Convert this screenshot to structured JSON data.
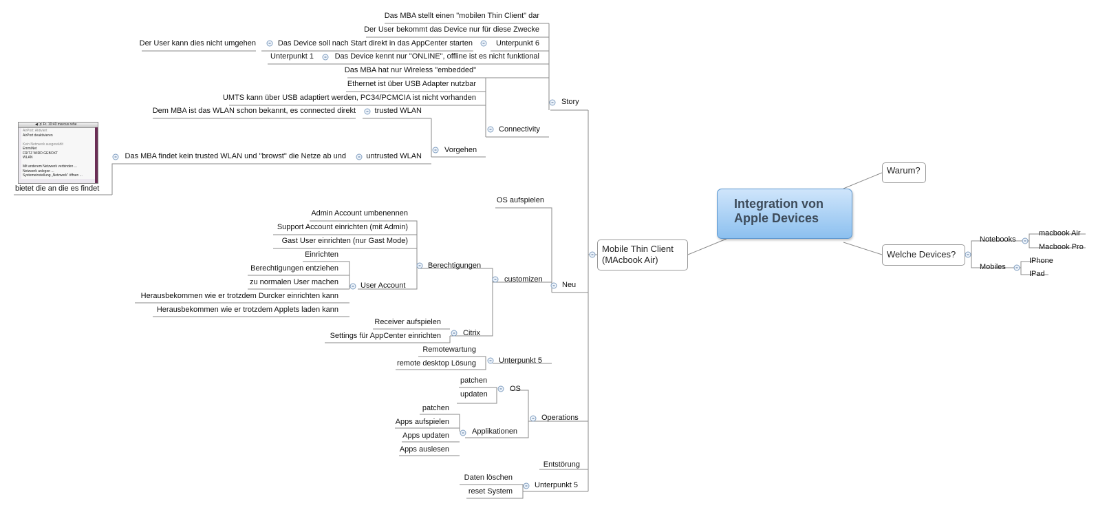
{
  "central": {
    "line1": "Integration von",
    "line2": "Apple Devices"
  },
  "right_branches": {
    "warum": "Warum?",
    "welche": "Welche Devices?",
    "notebooks": "Notebooks",
    "macbook_air": "macbook Air",
    "macbook_pro": "Macbook Pro",
    "mobiles": "Mobiles",
    "iphone": "IPhone",
    "ipad": "IPad"
  },
  "left_main": {
    "line1": "Mobile Thin Client",
    "line2": "(MAcbook Air)"
  },
  "story": {
    "label": "Story",
    "items": [
      "Das MBA stellt einen \"mobilen Thin Client\" dar",
      "Der User bekommt das Device nur für diese Zwecke"
    ],
    "unterpunkt6": "Unterpunkt 6",
    "appcenter": "Das Device soll nach Start direkt in das AppCenter starten",
    "umgehen": "Der User kann dies nicht umgehen",
    "online": "Das Device kennt nur \"ONLINE\", offline ist es nicht funktional",
    "unterpunkt1": "Unterpunkt 1",
    "connectivity": {
      "label": "Connectivity",
      "items": [
        "Das MBA hat nur Wireless \"embedded\"",
        "Ethernet ist über USB Adapter nutzbar",
        "UMTS kann über USB adaptiert werden, PC34/PCMCIA ist nicht vorhanden"
      ],
      "vorgehen": "Vorgehen",
      "trusted": "trusted WLAN",
      "trusted_desc": "Dem MBA ist das WLAN schon bekannt, es connected direkt",
      "untrusted": "untrusted WLAN",
      "untrusted_desc": "Das MBA findet kein trusted WLAN und \"browst\" die Netze ab und",
      "bietet": "bietet die an die es findet"
    }
  },
  "thumb": {
    "menubar": "◀ ⦿ Fr. 10:40  marcus rehe",
    "lines": [
      "AirPort: Aktiviert",
      "AirPort deaktivieren",
      "",
      "Kein Netzwerk ausgewählt",
      "EmmiNet",
      "FRITZ WIRD GEBOXT",
      "WLAN",
      "",
      "Mit anderem Netzwerk verbinden ...",
      "Netzwerk anlegen ...",
      "Systemeinstellung „Netzwerk“ öffnen ..."
    ]
  },
  "neu": {
    "label": "Neu",
    "os_aufspielen": "OS aufspielen",
    "customizen": "customizen",
    "berechtigungen": "Berechtigungen",
    "ber_items": [
      "Admin Account umbenennen",
      "Support Account einrichten (mit Admin)",
      "Gast User einrichten (nur Gast Mode)"
    ],
    "user_account": "User Account",
    "ua_items": [
      "Einrichten",
      "Berechtigungen entziehen",
      "zu normalen User machen",
      "Herausbekommen wie er trotzdem Durcker einrichten kann",
      "Herausbekommen wie er trotzdem Applets laden kann"
    ],
    "citrix": "Citrix",
    "citrix_items": [
      "Receiver aufspielen",
      "Settings für AppCenter einrichten"
    ],
    "unterpunkt5": "Unterpunkt 5",
    "up5_items": [
      "Remotewartung",
      "remote desktop Lösung"
    ]
  },
  "operations": {
    "label": "Operations",
    "os": "OS",
    "os_items": [
      "patchen",
      "updaten"
    ],
    "applikationen": "Applikationen",
    "app_items": [
      "patchen",
      "Apps aufspielen",
      "Apps updaten",
      "Apps auslesen"
    ]
  },
  "entstoerung": "Entstörung",
  "unterpunkt5b": {
    "label": "Unterpunkt 5",
    "items": [
      "Daten löschen",
      "reset System"
    ]
  }
}
